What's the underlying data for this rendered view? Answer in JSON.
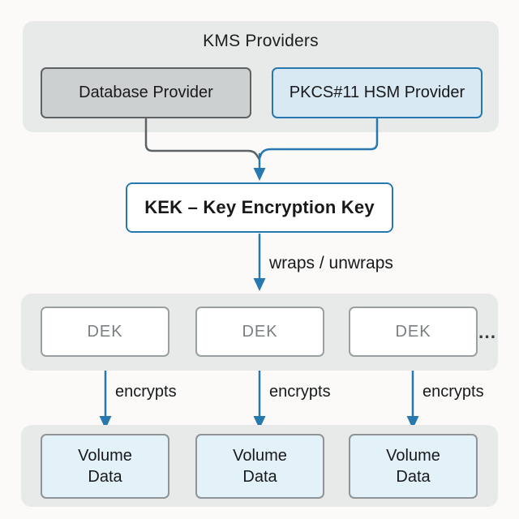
{
  "colors": {
    "background": "#FBFAF8",
    "container_gray": "#E8EAE9",
    "db_fill": "#CDD0D0",
    "db_border": "#5D6264",
    "hsm_fill": "#D8E9F4",
    "blue": "#2878B0",
    "dek_border": "#9AA0A2",
    "dek_text": "#7A7F82",
    "volume_fill": "#E3F1F9",
    "volume_border": "#8E9497",
    "text_dark": "#17191B",
    "gray_line": "#5D6264"
  },
  "diagram": {
    "kms_group": {
      "title": "KMS Providers",
      "providers": [
        {
          "label": "Database Provider"
        },
        {
          "label": "PKCS#11 HSM Provider"
        }
      ]
    },
    "kek": {
      "label": "KEK – Key Encryption Key"
    },
    "kek_to_dek_label": "wraps / unwraps",
    "dek_group": {
      "items": [
        "DEK",
        "DEK",
        "DEK"
      ],
      "ellipsis": "..."
    },
    "encrypt_labels": [
      "encrypts",
      "encrypts",
      "encrypts"
    ],
    "volume_group": {
      "items": [
        "Volume\nData",
        "Volume\nData",
        "Volume\nData"
      ]
    }
  }
}
